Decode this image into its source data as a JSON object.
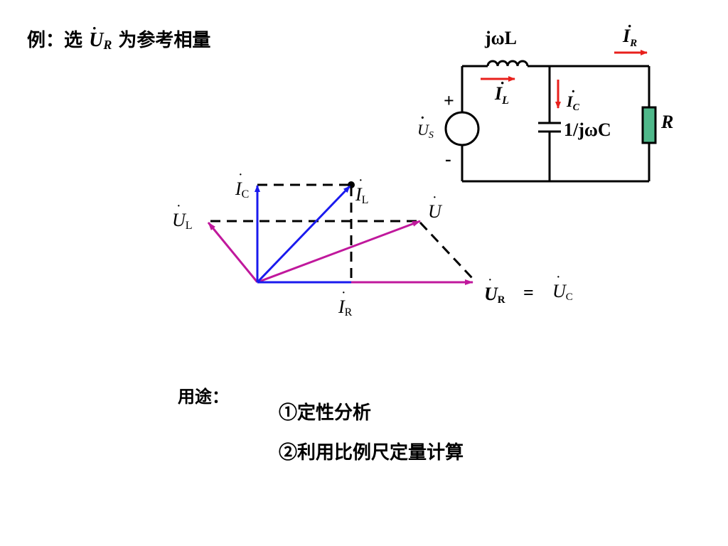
{
  "title": {
    "prefix": "例：选",
    "symbol": "U",
    "symbol_sub": "R",
    "suffix": "为参考相量"
  },
  "circuit": {
    "inductor_label": "jωL",
    "ir_label": "I",
    "ir_sub": "R",
    "il_label": "I",
    "il_sub": "L",
    "ic_label": "I",
    "ic_sub": "C",
    "cap_label": "1/jωC",
    "r_label": "R",
    "source_label": "U",
    "source_sub": "S",
    "plus": "+",
    "minus": "-"
  },
  "phasor": {
    "ic_label": "I",
    "ic_sub": "C",
    "il_label": "I",
    "il_sub": "L",
    "ul_label": "U",
    "ul_sub": "L",
    "u_label": "U",
    "ir_label": "I",
    "ir_sub": "R",
    "ur_label": "U",
    "ur_sub": "R",
    "eq": "=",
    "uc_label": "U",
    "uc_sub": "C"
  },
  "usage": {
    "label": "用途：",
    "item1": "①定性分析",
    "item2": "②利用比例尺定量计算"
  },
  "colors": {
    "blue": "#1a1aee",
    "magenta": "#c0189c",
    "red": "#e8201c",
    "resistor": "#4fb88a"
  }
}
